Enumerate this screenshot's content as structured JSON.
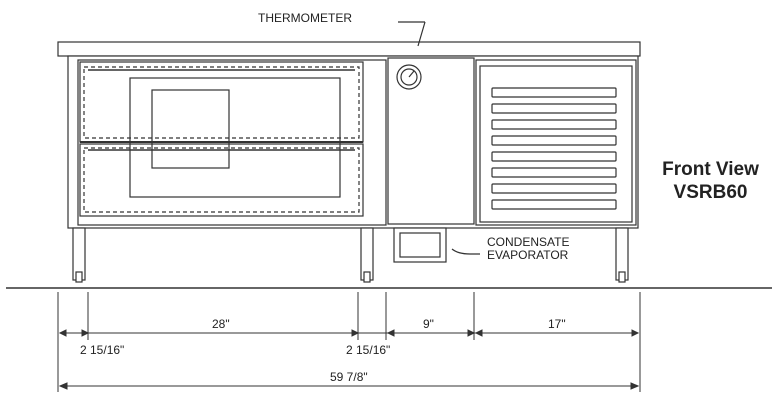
{
  "title": {
    "line1": "Front View",
    "line2": "VSRB60"
  },
  "callouts": {
    "thermometer": "THERMOMETER",
    "condensate_line1": "CONDENSATE",
    "condensate_line2": "EVAPORATOR"
  },
  "dimensions": {
    "drawer_width": "28\"",
    "thermo_section": "9\"",
    "compressor_section": "17\"",
    "left_offset": "2 15/16\"",
    "mid_offset": "2 15/16\"",
    "overall": "59 7/8\""
  },
  "colors": {
    "line": "#333333",
    "text": "#222222"
  }
}
